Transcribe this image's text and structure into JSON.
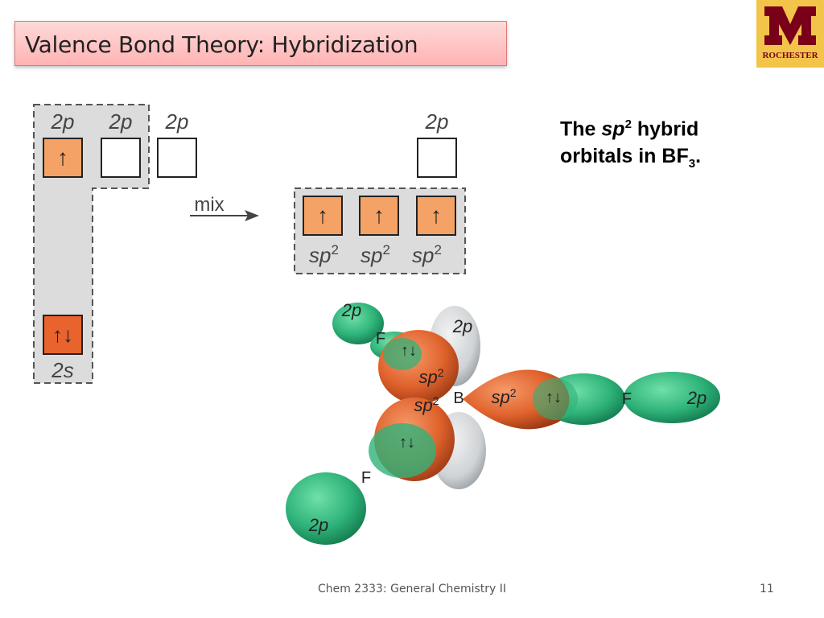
{
  "slide": {
    "title": "Valence Bond Theory: Hybridization",
    "caption_line1_prefix": "The ",
    "caption_sp": "sp",
    "caption_sup": "2",
    "caption_line1_suffix": " hybrid",
    "caption_line2_prefix": "orbitals in BF",
    "caption_sub": "3",
    "caption_line2_suffix": ".",
    "footer": "Chem 2333: General Chemistry II",
    "page_number": "11"
  },
  "logo": {
    "text": "ROCHESTER",
    "color": "#7a0019",
    "background": "#f3c44a"
  },
  "diagram": {
    "orbital_2p_label": "2p",
    "orbital_2s_label": "2s",
    "sp2_label": "sp",
    "sp2_sup": "2",
    "mix_label": "mix",
    "up_arrow": "↑",
    "pair_arrow": "↑↓",
    "atom_b": "B",
    "atom_f": "F",
    "colors": {
      "orange_light": "#f4a266",
      "orange_dark": "#e8632e",
      "green": "#2fb37a",
      "gray": "#d9d9d9"
    }
  }
}
